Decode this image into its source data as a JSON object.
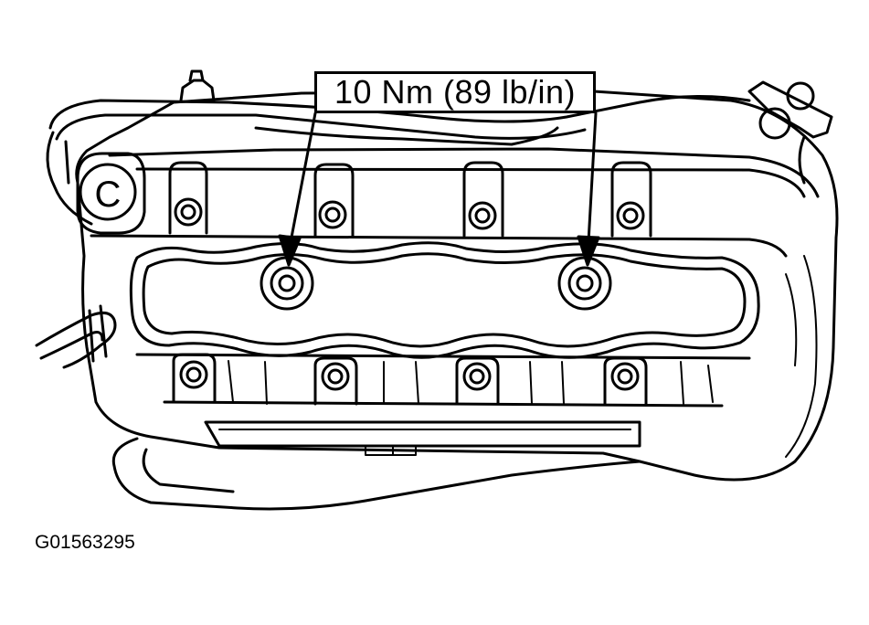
{
  "diagram": {
    "torque_label": "10 Nm (89 lb/in)",
    "view_marker": "C",
    "figure_id": "G01563295"
  },
  "colors": {
    "line": "#000000",
    "background": "#ffffff"
  }
}
